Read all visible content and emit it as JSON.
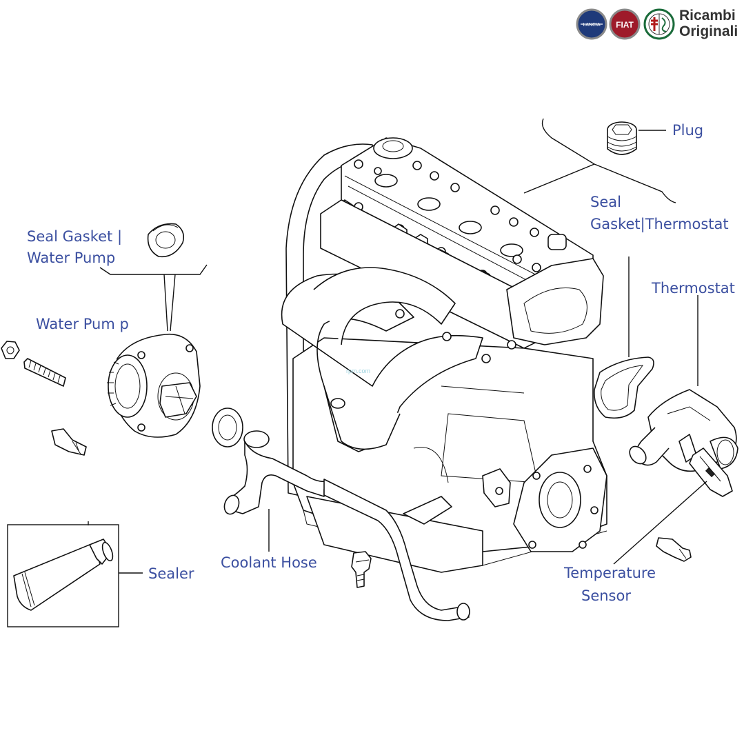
{
  "brand": {
    "logos": [
      "lancia-logo",
      "fiat-logo",
      "alfa-romeo-logo"
    ],
    "logo_text_lancia": "LANCIA",
    "logo_text_fiat": "FIAT",
    "line1": "Ricambi",
    "line2": "Originali"
  },
  "watermark": "rpm.com",
  "labels": {
    "plug": "Plug",
    "seal_thermostat_1": "Seal",
    "seal_thermostat_2": "Gasket|Thermostat",
    "thermostat": "Thermostat",
    "seal_pump_1": "Seal Gasket |",
    "seal_pump_2": "Water Pump",
    "water_pump": "Water Pum p",
    "coolant_hose": "Coolant Hose",
    "sealer": "Sealer",
    "temp_sensor_1": "Temperature",
    "temp_sensor_2": "Sensor"
  },
  "colors": {
    "label": "#3b4fa0",
    "lancia": "#1f3a7a",
    "fiat": "#9e1b2a",
    "alfa": "#1a6b3a"
  }
}
